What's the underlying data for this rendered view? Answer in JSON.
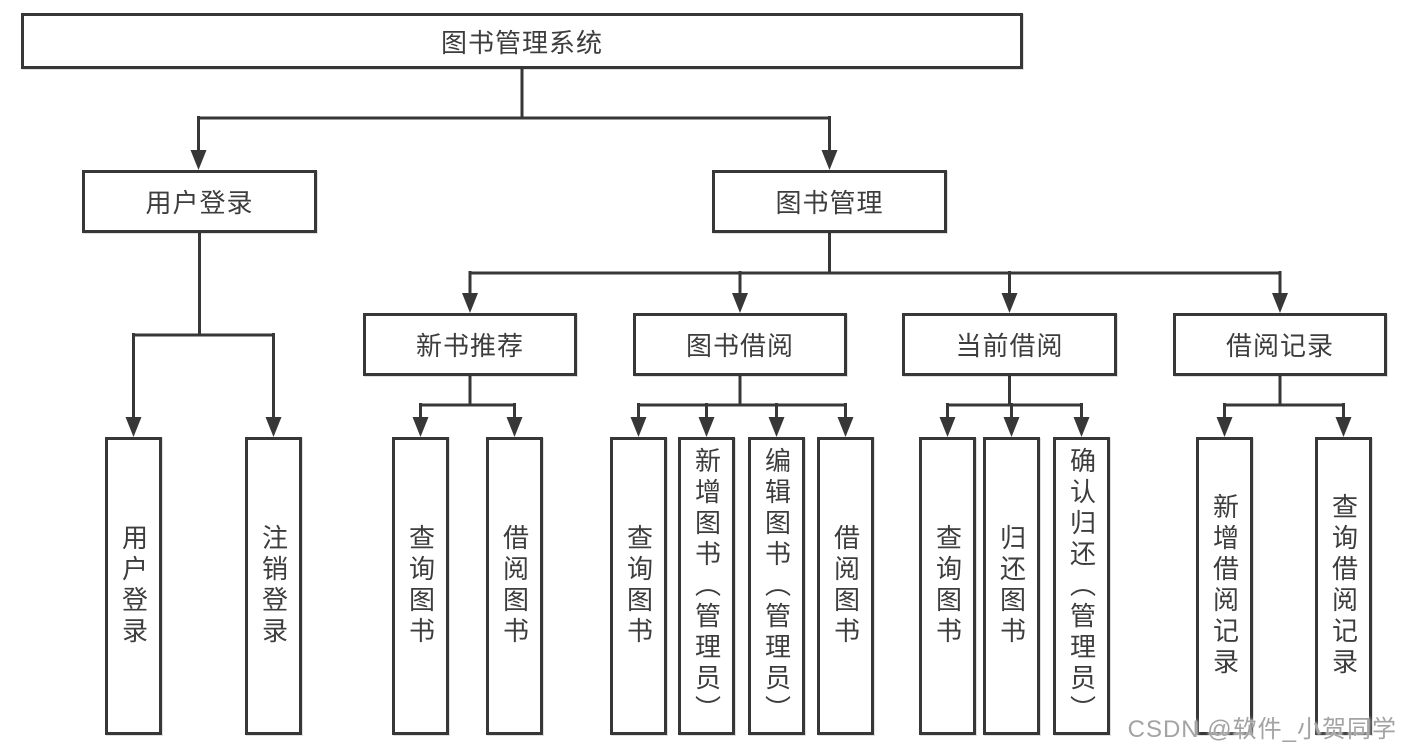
{
  "tree": {
    "root": {
      "label": "图书管理系统"
    },
    "level2": [
      {
        "label": "用户登录",
        "children": [
          "用户登录",
          "注销登录"
        ]
      },
      {
        "label": "图书管理"
      }
    ],
    "level3": [
      {
        "label": "新书推荐",
        "children": [
          "查询图书",
          "借阅图书"
        ]
      },
      {
        "label": "图书借阅",
        "children": [
          "查询图书",
          "新增图书（管理员）",
          "编辑图书（管理员）",
          "借阅图书"
        ]
      },
      {
        "label": "当前借阅",
        "children": [
          "查询图书",
          "归还图书",
          "确认归还（管理员）"
        ]
      },
      {
        "label": "借阅记录",
        "children": [
          "新增借阅记录",
          "查询借阅记录"
        ]
      }
    ]
  },
  "colors": {
    "line": "#373737",
    "text": "#3d3d3d",
    "watermark_gray": "#a3a3a3"
  },
  "watermark": "CSDN @软件_小贺同学"
}
